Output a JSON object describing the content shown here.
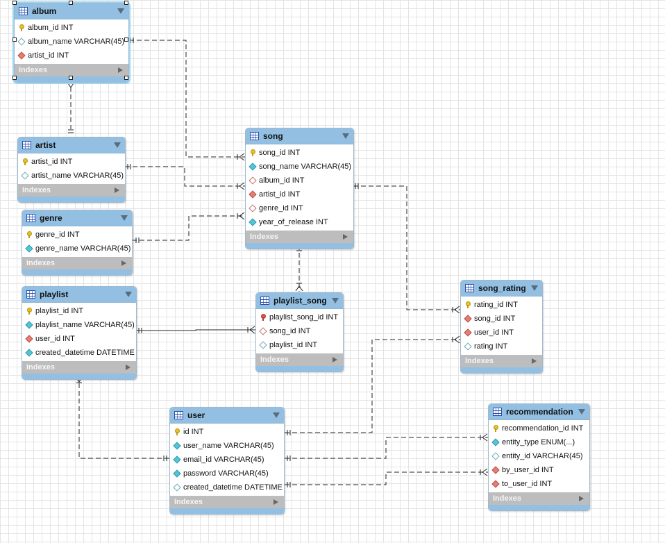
{
  "indexes_label": "Indexes",
  "colors": {
    "header": "#93bfe2",
    "grid": "#e4e4e4",
    "line": "#222222"
  },
  "tables": {
    "album": {
      "name": "album",
      "columns": [
        {
          "text": "album_id INT",
          "icon": "primary-key-icon"
        },
        {
          "text": "album_name VARCHAR(45)",
          "icon": "nullable-column-icon"
        },
        {
          "text": "artist_id INT",
          "icon": "foreign-key-icon"
        }
      ]
    },
    "artist": {
      "name": "artist",
      "columns": [
        {
          "text": "artist_id INT",
          "icon": "primary-key-icon"
        },
        {
          "text": "artist_name VARCHAR(45)",
          "icon": "nullable-column-icon"
        }
      ]
    },
    "genre": {
      "name": "genre",
      "columns": [
        {
          "text": "genre_id INT",
          "icon": "primary-key-icon"
        },
        {
          "text": "genre_name VARCHAR(45)",
          "icon": "not-null-column-icon"
        }
      ]
    },
    "song": {
      "name": "song",
      "columns": [
        {
          "text": "song_id INT",
          "icon": "primary-key-icon"
        },
        {
          "text": "song_name VARCHAR(45)",
          "icon": "not-null-column-icon"
        },
        {
          "text": "album_id INT",
          "icon": "nullable-foreign-key-icon"
        },
        {
          "text": "artist_id INT",
          "icon": "foreign-key-icon"
        },
        {
          "text": "genre_id INT",
          "icon": "nullable-foreign-key-icon"
        },
        {
          "text": "year_of_release INT",
          "icon": "not-null-column-icon"
        }
      ]
    },
    "playlist": {
      "name": "playlist",
      "columns": [
        {
          "text": "playlist_id INT",
          "icon": "primary-key-icon"
        },
        {
          "text": "playlist_name VARCHAR(45)",
          "icon": "not-null-column-icon"
        },
        {
          "text": "user_id INT",
          "icon": "foreign-key-icon"
        },
        {
          "text": "created_datetime DATETIME",
          "icon": "not-null-column-icon"
        }
      ]
    },
    "playlist_song": {
      "name": "playlist_song",
      "columns": [
        {
          "text": "playlist_song_id INT",
          "icon": "primary-foreign-key-icon"
        },
        {
          "text": "song_id INT",
          "icon": "nullable-foreign-key-icon"
        },
        {
          "text": "playlist_id INT",
          "icon": "nullable-column-icon"
        }
      ]
    },
    "song_rating": {
      "name": "song_rating",
      "columns": [
        {
          "text": "rating_id INT",
          "icon": "primary-key-icon"
        },
        {
          "text": "song_id INT",
          "icon": "foreign-key-icon"
        },
        {
          "text": "user_id INT",
          "icon": "foreign-key-icon"
        },
        {
          "text": "rating INT",
          "icon": "nullable-column-icon"
        }
      ]
    },
    "user": {
      "name": "user",
      "columns": [
        {
          "text": "id INT",
          "icon": "primary-key-icon"
        },
        {
          "text": "user_name VARCHAR(45)",
          "icon": "not-null-column-icon"
        },
        {
          "text": "email_id VARCHAR(45)",
          "icon": "not-null-column-icon"
        },
        {
          "text": "password VARCHAR(45)",
          "icon": "not-null-column-icon"
        },
        {
          "text": "created_datetime DATETIME",
          "icon": "nullable-column-icon"
        }
      ]
    },
    "recommendation": {
      "name": "recommendation",
      "columns": [
        {
          "text": "recommendation_id INT",
          "icon": "primary-key-icon"
        },
        {
          "text": "entity_type ENUM(...)",
          "icon": "not-null-column-icon"
        },
        {
          "text": "entity_id VARCHAR(45)",
          "icon": "nullable-column-icon"
        },
        {
          "text": "by_user_id INT",
          "icon": "foreign-key-icon"
        },
        {
          "text": "to_user_id INT",
          "icon": "foreign-key-icon"
        }
      ]
    }
  }
}
